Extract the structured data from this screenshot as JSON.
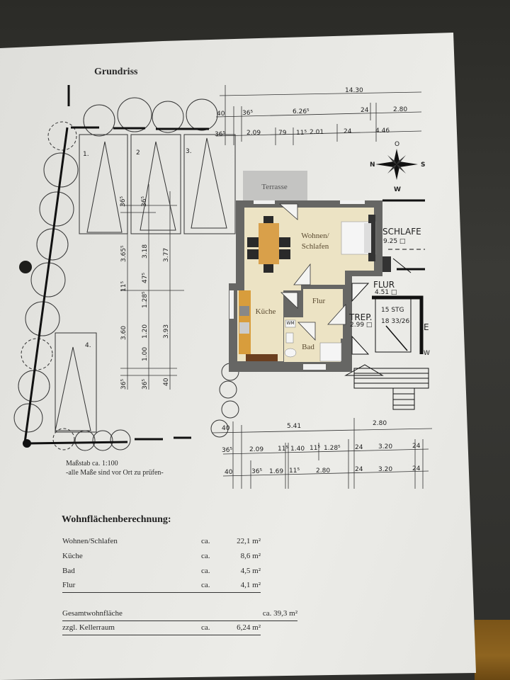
{
  "document": {
    "title": "Grundriss",
    "scale_note": "Maßstab ca. 1:100",
    "check_note": "-alle Maße sind vor Ort zu prüfen-"
  },
  "plan": {
    "rooms": {
      "terrasse": "Terrasse",
      "wohnen_line1": "Wohnen/",
      "wohnen_line2": "Schlafen",
      "kueche": "Küche",
      "flur": "Flur",
      "bad": "Bad",
      "wm": "WM"
    },
    "neighbor_rooms": {
      "schlafe": "SCHLAFE",
      "schlafe_area": "9.25 □",
      "flur": "FLUR",
      "flur_area": "4.51 □",
      "trep": "TREP.",
      "trep_area": "2.99 □",
      "stairs_count": "15 STG",
      "stairs_ratio": "18 33/26",
      "e_label": "E",
      "w_label": "W"
    },
    "parking_numbers": [
      "1.",
      "2",
      "3.",
      "4."
    ],
    "compass": {
      "north": "N",
      "south": "S",
      "west": "W",
      "east": "O"
    },
    "top_dimensions": {
      "row1": [
        "14.30"
      ],
      "row2": [
        "40",
        "36⁵",
        "6.26⁵",
        "24",
        "2.80"
      ],
      "row3": [
        "36⁵",
        "2.09",
        "79",
        "11⁵",
        "2.01",
        "24",
        "4.46"
      ]
    },
    "bottom_dimensions": {
      "row1": [
        "40",
        "5.41",
        "2.80"
      ],
      "row2": [
        "36⁵",
        "2.09",
        "11⁵",
        "1.40",
        "11⁵",
        "1.28⁵",
        "24",
        "3.20",
        "24"
      ],
      "row3": [
        "40",
        "36⁵",
        "1.69",
        "11⁵",
        "2.80",
        "24",
        "3.20",
        "24"
      ]
    },
    "left_dimensions": [
      "36⁵",
      "36⁵",
      "3.65⁵",
      "3.18",
      "3.77",
      "11⁵",
      "47⁵",
      "1.28⁵",
      "3.60",
      "1.20",
      "1.00",
      "3.93",
      "36⁵",
      "36⁵",
      "40"
    ]
  },
  "area_calculation": {
    "heading": "Wohnflächenberechnung:",
    "rows": [
      {
        "label": "Wohnen/Schlafen",
        "ca": "ca.",
        "value": "22,1 m²"
      },
      {
        "label": "Küche",
        "ca": "ca.",
        "value": "8,6 m²"
      },
      {
        "label": "Bad",
        "ca": "ca.",
        "value": "4,5 m²"
      },
      {
        "label": "Flur",
        "ca": "ca.",
        "value": "4,1 m²"
      }
    ],
    "total_label": "Gesamtwohnfläche",
    "total_value": "ca. 39,3 m²",
    "extra_label": "zzgl. Kellerraum",
    "extra_ca": "ca.",
    "extra_value": "6,24 m²"
  }
}
